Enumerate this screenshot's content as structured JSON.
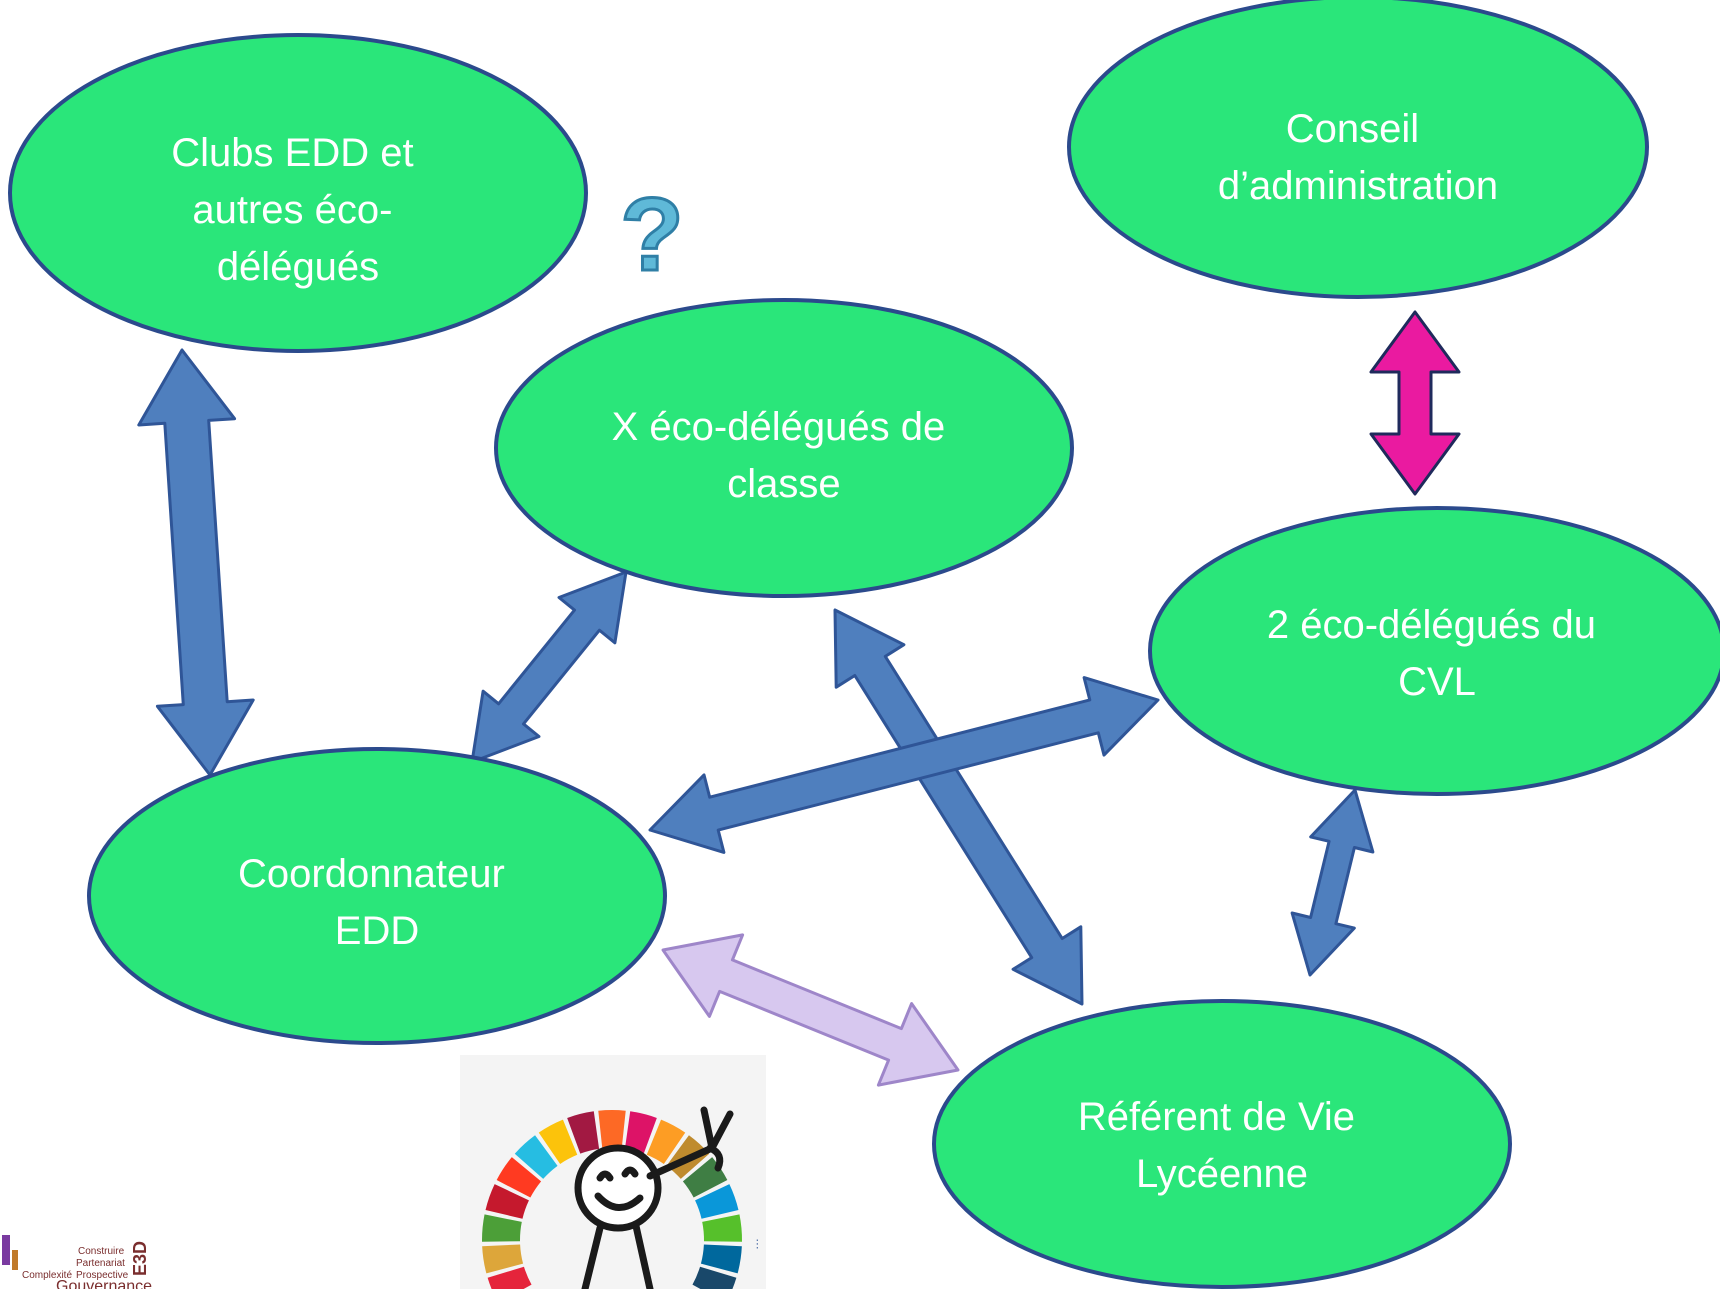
{
  "nodes": {
    "clubs": [
      "Clubs EDD et",
      "autres éco-",
      "délégués"
    ],
    "conseil": [
      "Conseil",
      "d’administration"
    ],
    "classe": [
      "X éco-délégués de",
      "classe"
    ],
    "cvl": [
      "2 éco-délégués du",
      "CVL"
    ],
    "coordonnateur": [
      "Coordonnateur",
      "EDD"
    ],
    "referent": [
      "Référent de Vie",
      "Lycéenne"
    ]
  },
  "question_mark": "?",
  "word_cloud": [
    "Construire",
    "Partenariat",
    "Complexité",
    "Prospective",
    "Gouvernance",
    "E3D"
  ],
  "colors": {
    "node_fill": "#2ae67a",
    "node_stroke": "#2b4a8c",
    "arrow_blue": "#4f7fbe",
    "arrow_blue_stroke": "#2f5597",
    "arrow_magenta": "#ea1aa0",
    "arrow_magenta_stroke": "#1f2a5c",
    "arrow_lavender": "#d7c8ef",
    "arrow_lavender_stroke": "#9e86c9",
    "question_mark": "#5fb9d8"
  }
}
